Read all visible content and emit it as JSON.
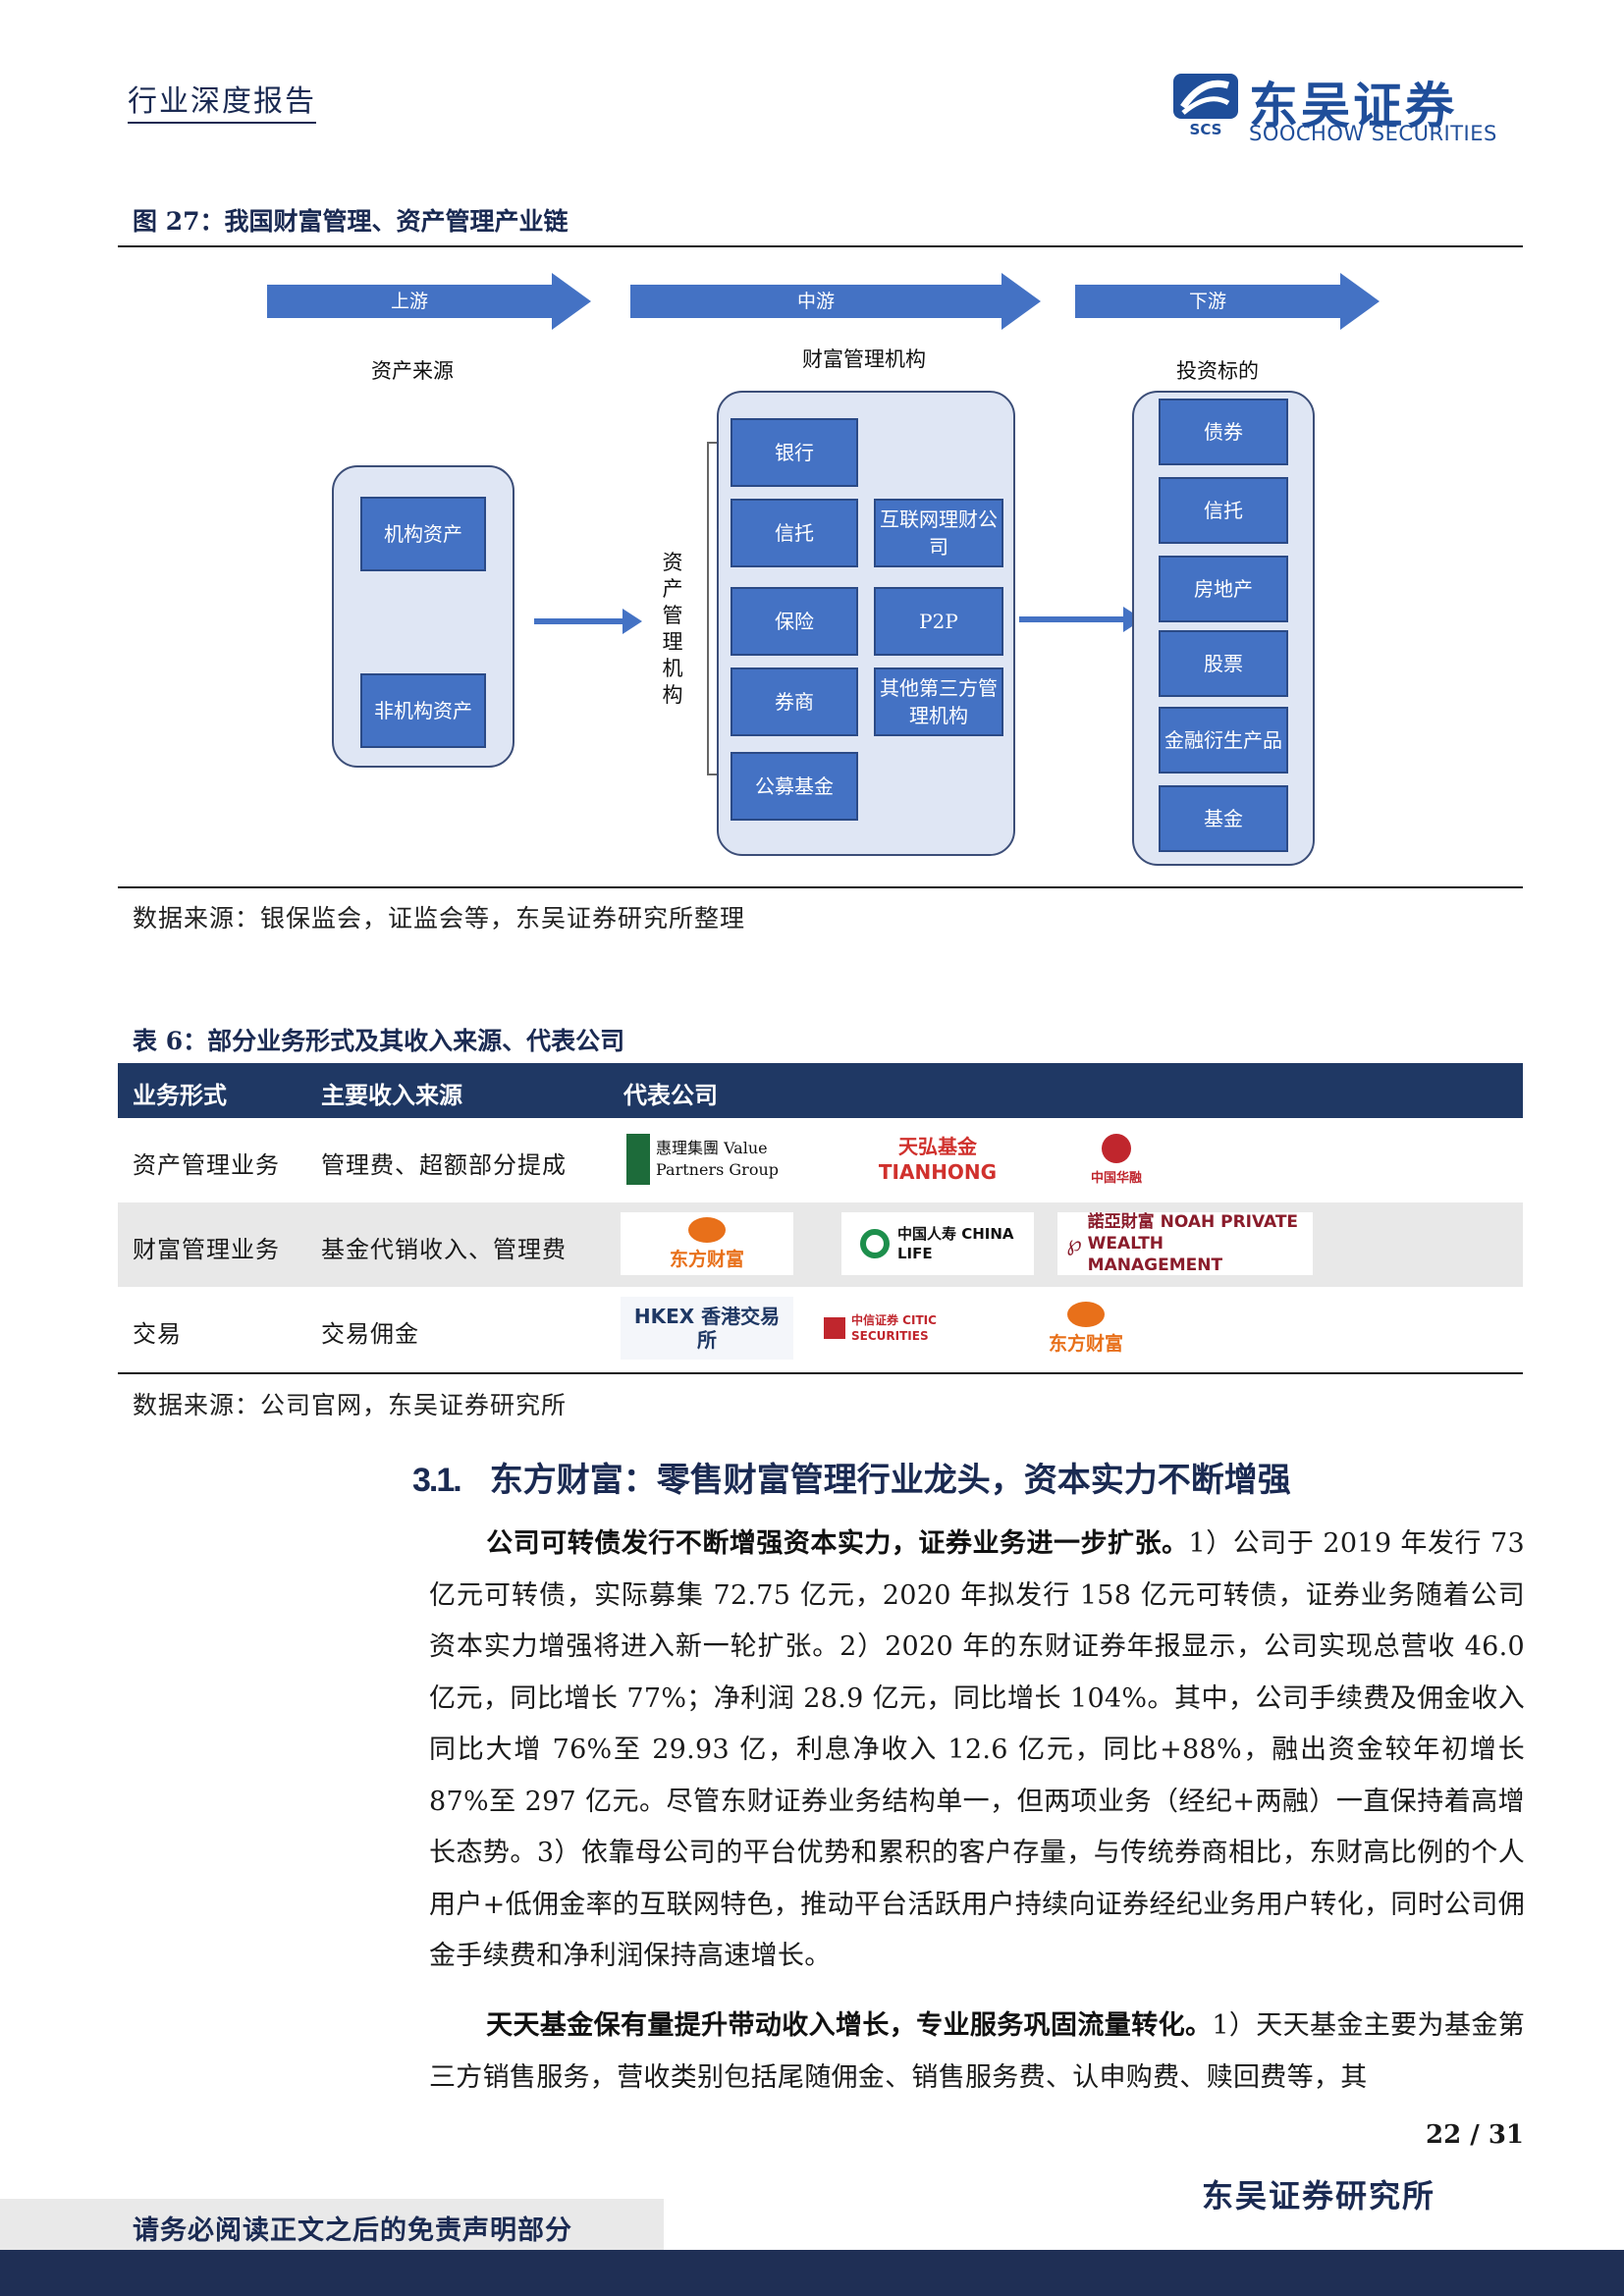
{
  "header": {
    "report_type": "行业深度报告",
    "logo_cn": "东吴证券",
    "logo_en": "SOOCHOW SECURITIES",
    "logo_mark_text": "SCS"
  },
  "figure": {
    "caption": "图 27：我国财富管理、资产管理产业链",
    "stages": [
      "上游",
      "中游",
      "下游"
    ],
    "upstream_label": "资产来源",
    "upstream_items": [
      "机构资产",
      "非机构资产"
    ],
    "midstream_label": "财富管理机构",
    "midstream_side_label": "资产管理机构",
    "midstream_left": [
      "银行",
      "信托",
      "保险",
      "券商",
      "公募基金"
    ],
    "midstream_right": [
      "互联网理财公司",
      "P2P",
      "其他第三方管理机构"
    ],
    "downstream_label": "投资标的",
    "downstream_items": [
      "债券",
      "信托",
      "房地产",
      "股票",
      "金融衍生产品",
      "基金"
    ],
    "source": "数据来源：银保监会，证监会等，东吴证券研究所整理"
  },
  "table": {
    "caption": "表 6：部分业务形式及其收入来源、代表公司",
    "headers": [
      "业务形式",
      "主要收入来源",
      "代表公司"
    ],
    "rows": [
      {
        "type": "资产管理业务",
        "income": "管理费、超额部分提成",
        "companies": [
          "惠理集團 Value Partners Group",
          "天弘基金 TIANHONG",
          "中国华融"
        ]
      },
      {
        "type": "财富管理业务",
        "income": "基金代销收入、管理费",
        "companies": [
          "东方财富",
          "中国人寿 CHINA LIFE",
          "諾亞財富 NOAH PRIVATE WEALTH MANAGEMENT"
        ]
      },
      {
        "type": "交易",
        "income": "交易佣金",
        "companies": [
          "HKEX 香港交易所",
          "中信证券 CITIC SECURITIES",
          "东方财富"
        ]
      }
    ],
    "source": "数据来源：公司官网，东吴证券研究所"
  },
  "section": {
    "number": "3.1.",
    "title": "东方财富：零售财富管理行业龙头，资本实力不断增强",
    "p1_bold": "公司可转债发行不断增强资本实力，证券业务进一步扩张。",
    "p1_text": "1）公司于 2019 年发行 73 亿元可转债，实际募集 72.75 亿元，2020 年拟发行 158 亿元可转债，证券业务随着公司资本实力增强将进入新一轮扩张。2）2020 年的东财证券年报显示，公司实现总营收 46.0 亿元，同比增长 77%；净利润 28.9 亿元，同比增长 104%。其中，公司手续费及佣金收入同比大增 76%至 29.93 亿，利息净收入 12.6 亿元，同比+88%，融出资金较年初增长 87%至 297 亿元。尽管东财证券业务结构单一，但两项业务（经纪+两融）一直保持着高增长态势。3）依靠母公司的平台优势和累积的客户存量，与传统券商相比，东财高比例的个人用户+低佣金率的互联网特色，推动平台活跃用户持续向证券经纪业务用户转化，同时公司佣金手续费和净利润保持高速增长。",
    "p2_bold": "天天基金保有量提升带动收入增长，专业服务巩固流量转化。",
    "p2_text": "1）天天基金主要为基金第三方销售服务，营收类别包括尾随佣金、销售服务费、认申购费、赎回费等，其"
  },
  "footer": {
    "page": "22 / 31",
    "org": "东吴证券研究所",
    "disclaimer": "请务必阅读正文之后的免责声明部分"
  },
  "colors": {
    "navy": "#1f3864",
    "diagram_blue": "#4472c4",
    "panel_fill": "#dfe6f4",
    "brand_red": "#d0312d",
    "brand_orange": "#e8701a"
  }
}
